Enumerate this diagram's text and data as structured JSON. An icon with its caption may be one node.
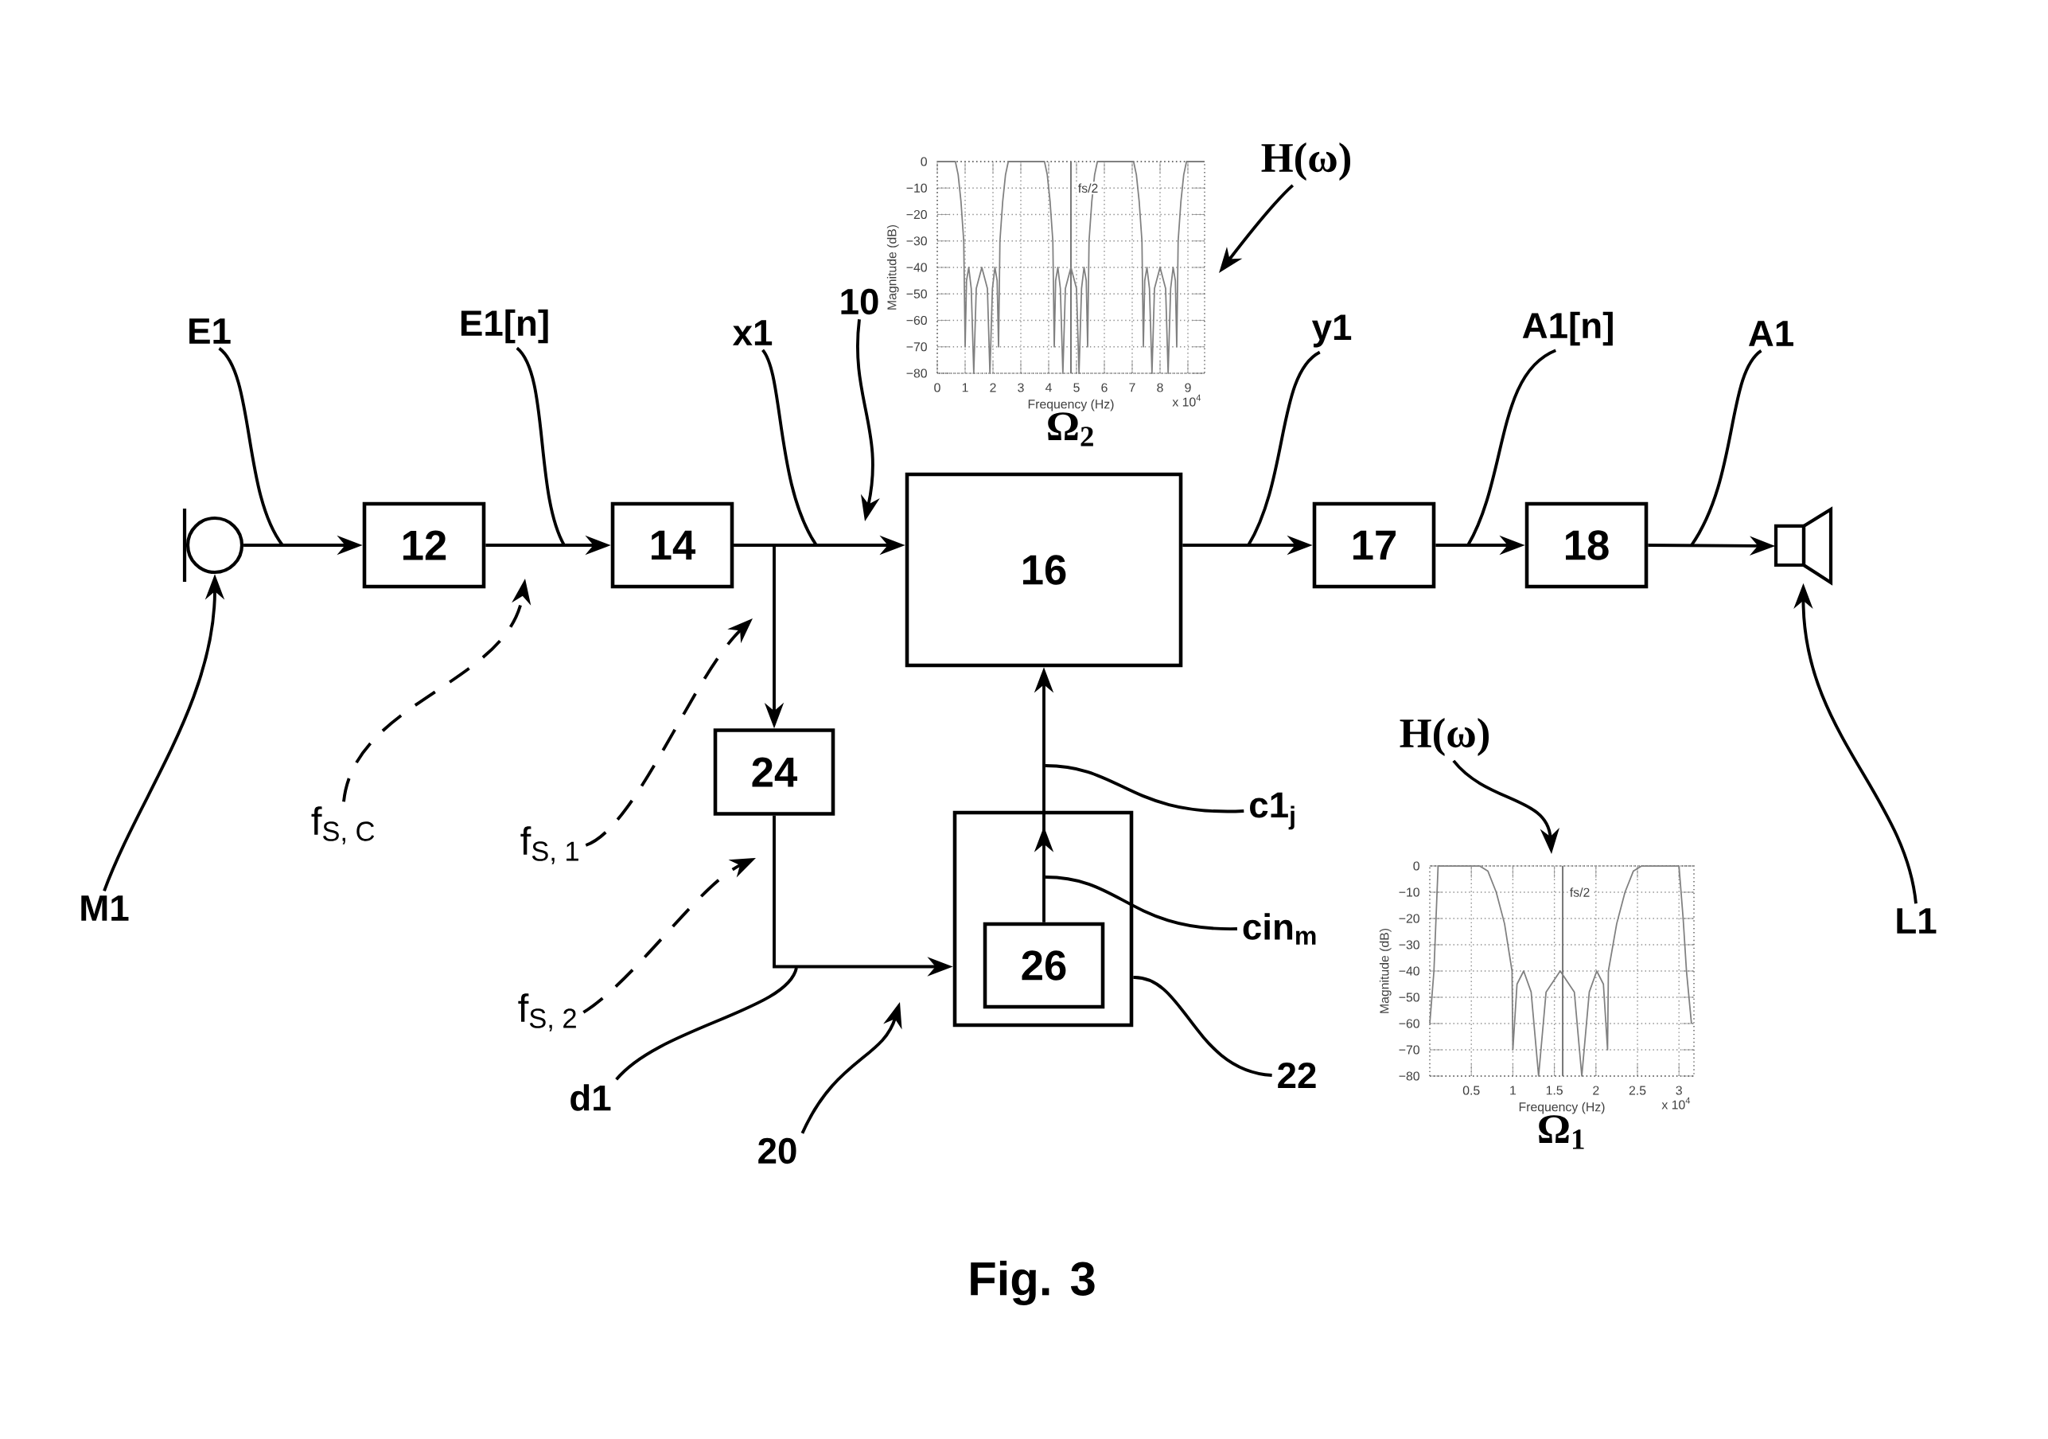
{
  "diagram": {
    "caption": "Fig. 3",
    "nodes": [
      {
        "text": [
          "H(ω)"
        ]
      },
      {
        "text": [
          "10"
        ]
      },
      {
        "text": [
          "E1"
        ]
      },
      {
        "text": [
          "E1[n]"
        ]
      },
      {
        "text": [
          "x1"
        ]
      },
      {
        "text": [
          "y1"
        ]
      },
      {
        "text": [
          "A1[n]"
        ]
      },
      {
        "text": [
          "A1"
        ]
      },
      {
        "text": [],
        "shape": "circle"
      },
      {
        "text": [
          "12"
        ]
      },
      {
        "text": [
          "14"
        ]
      },
      {
        "text": [
          "16"
        ]
      },
      {
        "text": [
          "17"
        ]
      },
      {
        "text": [
          "18"
        ]
      },
      {
        "text": [],
        "shape": "picture"
      },
      {
        "text": [
          "24"
        ]
      },
      {
        "text": [
          "H(ω)"
        ]
      },
      {
        "text": [],
        "shape": "box"
      },
      {
        "text": [
          "26"
        ],
        "in": 17
      },
      {
        "text": [
          "c1$_{j}$"
        ]
      },
      {
        "text": [
          "f$_{S, C}$"
        ]
      },
      {
        "text": [
          "f$_{S, 1}$"
        ]
      },
      {
        "text": [
          "cin$_{m}$"
        ]
      },
      {
        "text": [
          "M1"
        ]
      },
      {
        "text": [
          "L1"
        ]
      },
      {
        "text": [
          "f$_{S, 2}$"
        ]
      },
      {
        "text": [
          "d1"
        ]
      },
      {
        "text": [
          "22"
        ]
      },
      {
        "text": [
          "20"
        ]
      }
    ],
    "edges": [
      {
        "from": 8,
        "to": 9,
        "arrow": "to"
      },
      {
        "from": 9,
        "to": 10,
        "arrow": "to"
      },
      {
        "from": 10,
        "to": 11,
        "arrow": "to"
      },
      {
        "from": 10,
        "to": 15,
        "arrow": "to"
      },
      {
        "from": 11,
        "to": 12,
        "arrow": "to"
      },
      {
        "from": 12,
        "to": 13,
        "arrow": "to"
      },
      {
        "from": 13,
        "to": 14,
        "arrow": "to"
      },
      {
        "from": 15,
        "to": 17,
        "arrow": "to"
      },
      {
        "from": 18,
        "to": 11,
        "arrow": "to"
      },
      {
        "from": 0,
        "to": null,
        "arrow": "to"
      },
      {
        "from": 1,
        "to": null,
        "arrow": "to"
      },
      {
        "from": 2,
        "to": null,
        "arrow": "none"
      },
      {
        "from": 3,
        "to": null,
        "arrow": "none"
      },
      {
        "from": 4,
        "to": null,
        "arrow": "none"
      },
      {
        "from": 5,
        "to": null,
        "arrow": "none"
      },
      {
        "from": 6,
        "to": null,
        "arrow": "none"
      },
      {
        "from": 7,
        "to": null,
        "arrow": "none"
      },
      {
        "from": 23,
        "to": 8,
        "arrow": "to"
      },
      {
        "from": 24,
        "to": 14,
        "arrow": "to"
      },
      {
        "from": 20,
        "to": null,
        "arrow": "to",
        "style": "dashed"
      },
      {
        "from": 21,
        "to": null,
        "arrow": "to",
        "style": "dashed"
      },
      {
        "from": 25,
        "to": null,
        "arrow": "to",
        "style": "dashed"
      },
      {
        "from": 26,
        "to": null,
        "arrow": "none"
      },
      {
        "from": 28,
        "to": null,
        "arrow": "to"
      },
      {
        "from": 27,
        "to": 17,
        "arrow": "none"
      },
      {
        "from": 19,
        "to": null,
        "arrow": "none"
      },
      {
        "from": 22,
        "to": null,
        "arrow": "none"
      },
      {
        "from": 16,
        "to": null,
        "arrow": "to"
      }
    ],
    "chart_data": [
      {
        "type": "line",
        "title": "Ω$_{2}$",
        "xlabel": "Frequency (Hz)",
        "ylabel": "Magnitude (dB)",
        "xlim": [
          0,
          9.6
        ],
        "ylim": [
          -80,
          0
        ],
        "xticks": [
          0,
          1,
          2,
          3,
          4,
          5,
          6,
          7,
          8,
          9
        ],
        "yticks": [
          -80,
          -70,
          -60,
          -50,
          -40,
          -30,
          -20,
          -10,
          0
        ],
        "grid": true,
        "x": [
          0,
          0.65,
          0.75,
          0.85,
          0.95,
          1.0,
          1.05,
          1.13,
          1.22,
          1.31,
          1.4,
          1.6,
          1.8,
          1.89,
          1.98,
          2.07,
          2.15,
          2.2,
          2.25,
          2.35,
          2.45,
          2.55,
          3.85,
          3.95,
          4.05,
          4.15,
          4.2,
          4.25,
          4.33,
          4.42,
          4.51,
          4.6,
          4.8,
          5.0,
          5.09,
          5.18,
          5.27,
          5.35,
          5.4,
          5.45,
          5.55,
          5.65,
          5.75,
          7.05,
          7.15,
          7.25,
          7.35,
          7.4,
          7.45,
          7.53,
          7.62,
          7.71,
          7.8,
          8.0,
          8.2,
          8.29,
          8.38,
          8.47,
          8.55,
          8.6,
          8.65,
          8.75,
          8.85,
          8.95,
          9.6
        ],
        "series": [
          {
            "color": "#808080",
            "values": [
              0,
              0,
              -5,
              -15,
              -30,
              -70,
              -45,
              -40,
              -48,
              -80,
              -48,
              -40,
              -48,
              -80,
              -48,
              -40,
              -45,
              -70,
              -30,
              -15,
              -5,
              0,
              0,
              -5,
              -15,
              -30,
              -70,
              -45,
              -40,
              -48,
              -80,
              -48,
              -40,
              -48,
              -80,
              -48,
              -40,
              -45,
              -70,
              -30,
              -15,
              -5,
              0,
              0,
              -5,
              -15,
              -30,
              -70,
              -45,
              -40,
              -48,
              -80,
              -48,
              -40,
              -48,
              -80,
              -48,
              -40,
              -45,
              -70,
              -30,
              -15,
              -5,
              0,
              0
            ]
          }
        ],
        "ref_lines": [
          {
            "axis": "x",
            "value": 4.8
          }
        ],
        "annotations": [
          "fs/2",
          "x 10$^{4}$"
        ]
      },
      {
        "type": "line",
        "title": "Ω$_{1}$",
        "xlabel": "Frequency (Hz)",
        "ylabel": "Magnitude (dB)",
        "xlim": [
          0,
          3.18
        ],
        "ylim": [
          -80,
          0
        ],
        "xticks": [
          0.5,
          1,
          1.5,
          2,
          2.5,
          3
        ],
        "yticks": [
          -80,
          -70,
          -60,
          -50,
          -40,
          -30,
          -20,
          -10,
          0
        ],
        "grid": true,
        "x": [
          0,
          0.05,
          0.1,
          0.6,
          0.7,
          0.8,
          0.9,
          0.99,
          1.0,
          1.05,
          1.13,
          1.22,
          1.31,
          1.4,
          1.57,
          1.74,
          1.83,
          1.92,
          2.01,
          2.09,
          2.14,
          2.15,
          2.25,
          2.35,
          2.45,
          2.55,
          3.0,
          3.05,
          3.09,
          3.15
        ],
        "series": [
          {
            "color": "#808080",
            "values": [
              -60,
              -40,
              0,
              0,
              -2,
              -10,
              -22,
              -40,
              -70,
              -45,
              -40,
              -48,
              -80,
              -48,
              -40,
              -48,
              -80,
              -48,
              -40,
              -45,
              -70,
              -40,
              -22,
              -10,
              -2,
              0,
              0,
              -20,
              -40,
              -60
            ]
          }
        ],
        "ref_lines": [
          {
            "axis": "x",
            "value": 1.6
          }
        ],
        "annotations": [
          "fs/2",
          "x 10$^{4}$"
        ]
      }
    ]
  }
}
